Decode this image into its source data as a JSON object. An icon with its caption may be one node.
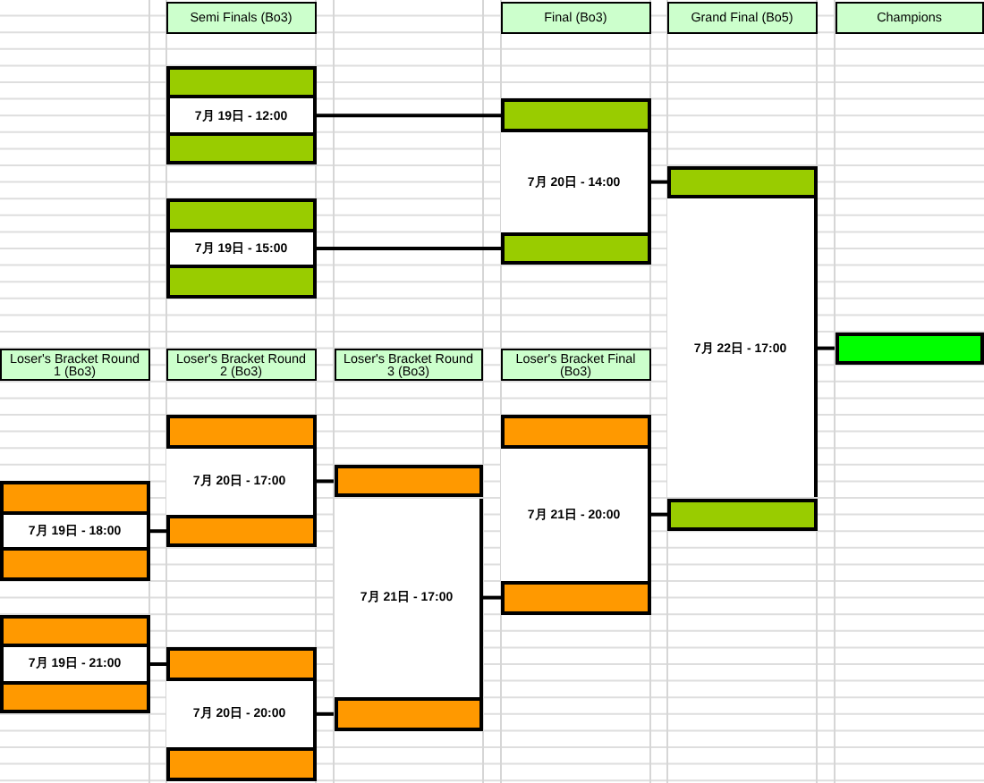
{
  "diagram": {
    "nodes": [
      {
        "text": [
          "Semi Finals (Bo3)"
        ]
      },
      {
        "text": [
          "Final (Bo3)"
        ]
      },
      {
        "text": [
          "Grand Final (Bo5)"
        ]
      },
      {
        "text": [
          "Champions"
        ]
      },
      {
        "text": [],
        "shape": "box"
      },
      {
        "text": [
          "7月 19日 - 12:00"
        ]
      },
      {
        "text": [],
        "shape": "box"
      },
      {
        "text": [],
        "shape": "box"
      },
      {
        "text": [
          "7月 19日 - 15:00"
        ]
      },
      {
        "text": [],
        "shape": "box"
      },
      {
        "text": [],
        "shape": "box"
      },
      {
        "text": [
          "7月 20日 - 14:00"
        ]
      },
      {
        "text": [],
        "shape": "box"
      },
      {
        "text": [],
        "shape": "box"
      },
      {
        "text": [
          "7月 22日 - 17:00"
        ]
      },
      {
        "text": [],
        "shape": "box"
      },
      {
        "text": [],
        "shape": "box"
      },
      {
        "text": [
          "Loser's Bracket Round 1 (Bo3)"
        ]
      },
      {
        "text": [
          "Loser's Bracket Round 2 (Bo3)"
        ]
      },
      {
        "text": [
          "Loser's Bracket Round 3 (Bo3)"
        ]
      },
      {
        "text": [
          "Loser's Bracket Final (Bo3)"
        ]
      },
      {
        "text": [],
        "shape": "box"
      },
      {
        "text": [
          "7月 19日 - 18:00"
        ]
      },
      {
        "text": [],
        "shape": "box"
      },
      {
        "text": [],
        "shape": "box"
      },
      {
        "text": [
          "7月 19日 - 21:00"
        ]
      },
      {
        "text": [],
        "shape": "box"
      },
      {
        "text": [],
        "shape": "box"
      },
      {
        "text": [
          "7月 20日 - 17:00"
        ]
      },
      {
        "text": [],
        "shape": "box"
      },
      {
        "text": [],
        "shape": "box"
      },
      {
        "text": [
          "7月 20日 - 20:00"
        ]
      },
      {
        "text": [],
        "shape": "box"
      },
      {
        "text": [],
        "shape": "box"
      },
      {
        "text": [
          "7月 21日 - 17:00"
        ]
      },
      {
        "text": [],
        "shape": "box"
      },
      {
        "text": [],
        "shape": "box"
      },
      {
        "text": [
          "7月 21日 - 20:00"
        ]
      },
      {
        "text": [],
        "shape": "box"
      }
    ],
    "edges": [
      {
        "from": 5,
        "to": 10,
        "arrow": "none"
      },
      {
        "from": 8,
        "to": 12,
        "arrow": "none"
      },
      {
        "from": 11,
        "to": 13,
        "arrow": "none"
      },
      {
        "from": 14,
        "to": 16,
        "arrow": "none"
      },
      {
        "from": 22,
        "to": 29,
        "arrow": "none"
      },
      {
        "from": 25,
        "to": 30,
        "arrow": "none"
      },
      {
        "from": 28,
        "to": 33,
        "arrow": "none"
      },
      {
        "from": 31,
        "to": 35,
        "arrow": "none"
      },
      {
        "from": 34,
        "to": 38,
        "arrow": "none"
      },
      {
        "from": 37,
        "to": 15,
        "arrow": "none"
      }
    ]
  }
}
